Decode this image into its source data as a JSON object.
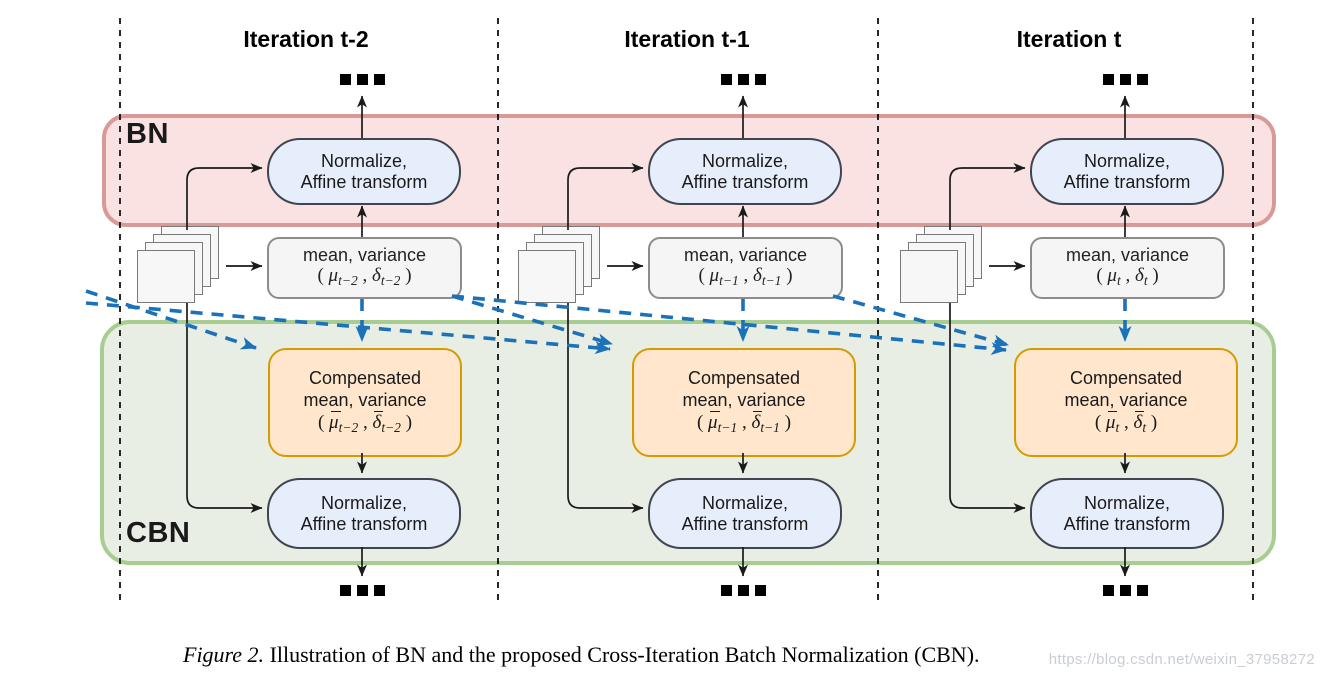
{
  "figure": {
    "bn_label": "BN",
    "cbn_label": "CBN",
    "columns": [
      {
        "header": "Iteration t-2",
        "normalize_line1": "Normalize,",
        "normalize_line2": "Affine transform",
        "meanvar_title": "mean, variance",
        "meanvar_math": {
          "open": "( ",
          "mu": "μ",
          "mu_sub": "t−2",
          "comma": " , ",
          "delta": "δ",
          "delta_sub": "t−2",
          "close": " )"
        },
        "comp_line1": "Compensated",
        "comp_line2": "mean, variance",
        "comp_math": {
          "open": "( ",
          "mu": "μ",
          "mu_sub": "t−2",
          "comma": " , ",
          "delta": "δ",
          "delta_sub": "t−2",
          "close": " )"
        }
      },
      {
        "header": "Iteration t-1",
        "normalize_line1": "Normalize,",
        "normalize_line2": "Affine transform",
        "meanvar_title": "mean, variance",
        "meanvar_math": {
          "open": "( ",
          "mu": "μ",
          "mu_sub": "t−1",
          "comma": " , ",
          "delta": "δ",
          "delta_sub": "t−1",
          "close": " )"
        },
        "comp_line1": "Compensated",
        "comp_line2": "mean, variance",
        "comp_math": {
          "open": "( ",
          "mu": "μ",
          "mu_sub": "t−1",
          "comma": " , ",
          "delta": "δ",
          "delta_sub": "t−1",
          "close": " )"
        }
      },
      {
        "header": "Iteration t",
        "normalize_line1": "Normalize,",
        "normalize_line2": "Affine transform",
        "meanvar_title": "mean, variance",
        "meanvar_math": {
          "open": "( ",
          "mu": "μ",
          "mu_sub": "t",
          "comma": " , ",
          "delta": "δ",
          "delta_sub": "t",
          "close": " )"
        },
        "comp_line1": "Compensated",
        "comp_line2": "mean, variance",
        "comp_math": {
          "open": "( ",
          "mu": "μ",
          "mu_sub": "t",
          "comma": " , ",
          "delta": "δ",
          "delta_sub": "t",
          "close": " )"
        }
      }
    ],
    "icons": {
      "feature_maps": "stacked-squares",
      "ellipsis": "triple-square-dots",
      "cross_iteration_arrows": "blue-dashed-arrows"
    }
  },
  "caption": {
    "label": "Figure 2.",
    "text": " Illustration of BN and the proposed Cross-Iteration Batch Normalization (CBN)."
  },
  "watermark": "https://blog.csdn.net/weixin_37958272",
  "colors": {
    "pink_fill": "#f9e2e1",
    "pink_border": "#d79a97",
    "green_fill": "#e9eee5",
    "green_border": "#a7cd90",
    "orange_fill": "#ffe6cc",
    "orange_border": "#d79b00",
    "pill_fill": "#e7eefb",
    "pill_border": "#40454f",
    "gray_fill": "#f5f5f5",
    "gray_border": "#8c8c8c",
    "blue": "#1c72b8",
    "ink": "#1a1a1a"
  }
}
